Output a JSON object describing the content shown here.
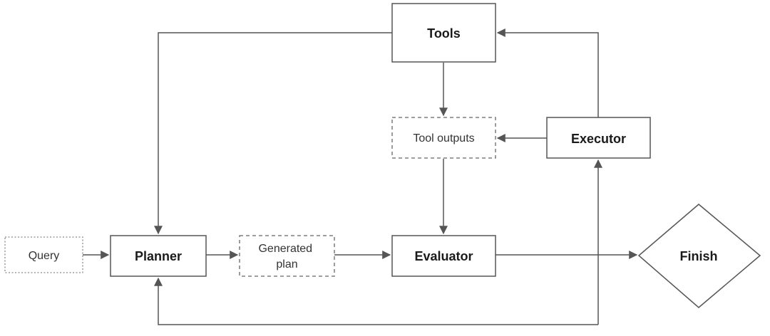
{
  "nodes": {
    "tools": {
      "label": "Tools"
    },
    "tool_outputs": {
      "label": "Tool outputs"
    },
    "executor": {
      "label": "Executor"
    },
    "query": {
      "label": "Query"
    },
    "planner": {
      "label": "Planner"
    },
    "generated_plan": {
      "line1": "Generated",
      "line2": "plan"
    },
    "evaluator": {
      "label": "Evaluator"
    },
    "finish": {
      "label": "Finish"
    }
  },
  "colors": {
    "stroke": "#555555",
    "text": "#1a1a1a",
    "background": "#ffffff"
  }
}
